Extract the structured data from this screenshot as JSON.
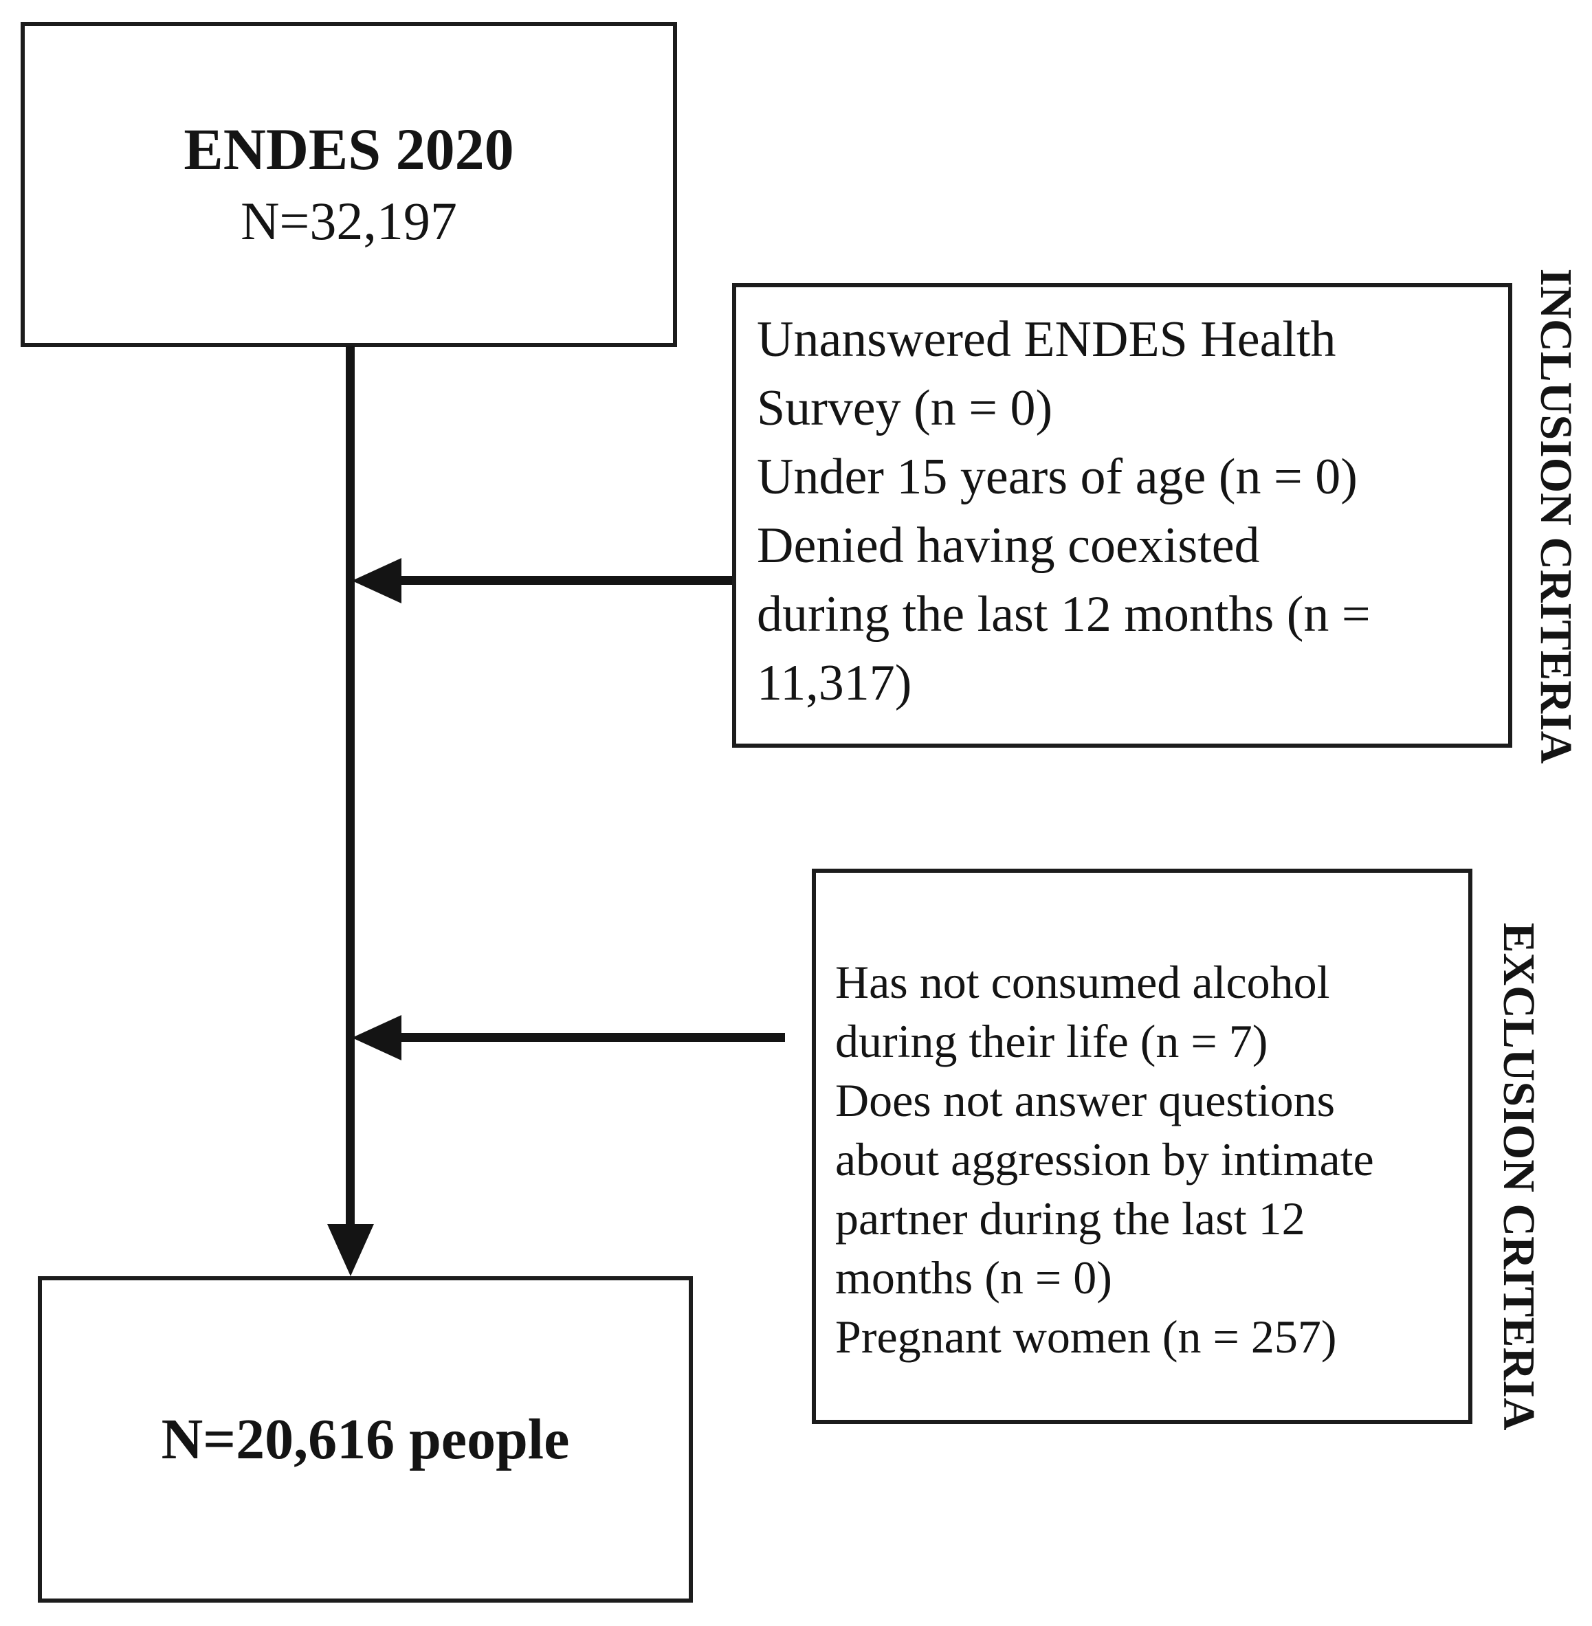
{
  "figure": {
    "colors": {
      "background": "#ffffff",
      "ink": "#141414"
    },
    "top_box": {
      "title": "ENDES 2020",
      "subtitle": "N=32,197"
    },
    "inclusion": {
      "label": "INCLUSION CRITERIA",
      "lines": [
        "Unanswered ENDES Health",
        "Survey (n = 0)",
        "Under 15 years of age (n = 0)",
        "Denied having coexisted",
        "during the last 12 months (n =",
        "11,317)"
      ]
    },
    "exclusion": {
      "label": "EXCLUSION CRITERIA",
      "lines": [
        "Has not consumed alcohol",
        "during their life (n = 7)",
        "Does not answer questions",
        "about aggression by intimate",
        "partner during the last 12",
        "months (n = 0)",
        "Pregnant women (n = 257)"
      ]
    },
    "result_box": {
      "text": "N=20,616 people"
    }
  }
}
